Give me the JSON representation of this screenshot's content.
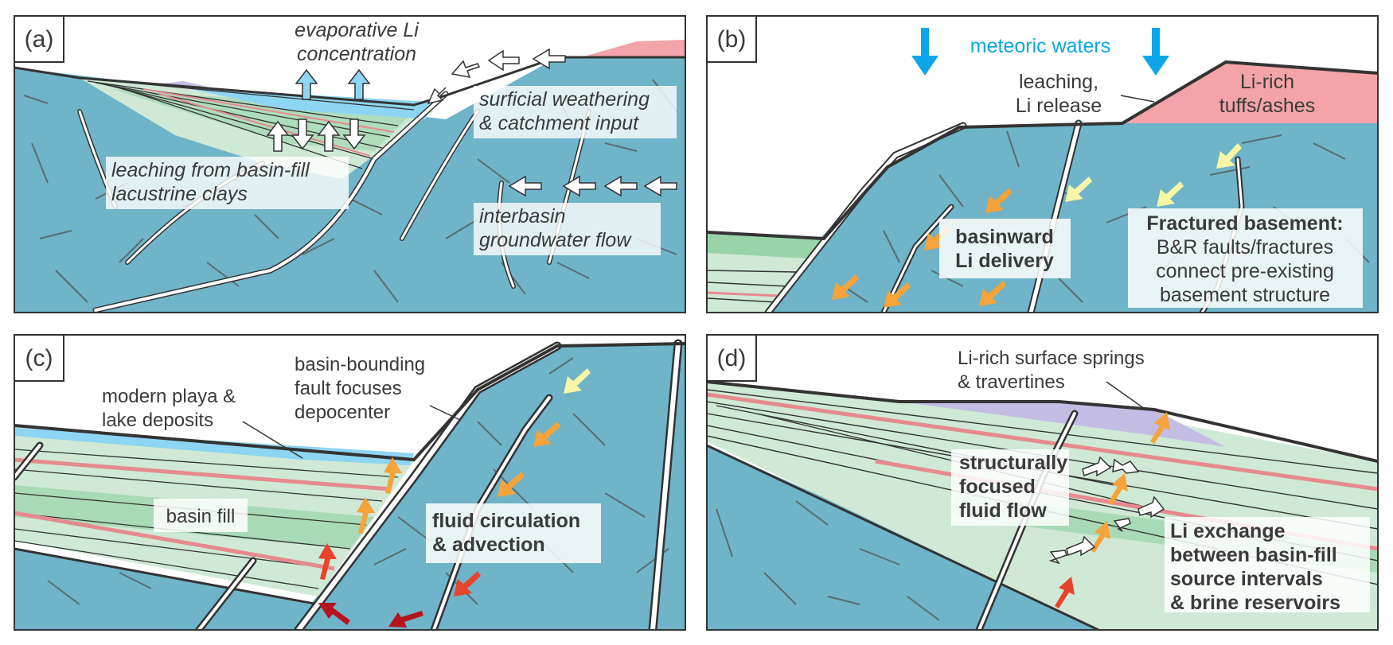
{
  "colors": {
    "basement": "#6fb4c8",
    "basin_fill": "#cfe9d6",
    "basin_fill_dark": "#98d3aa",
    "clay_band": "#f2a4a8",
    "tuff": "#f2a4a8",
    "lake": "#8dd5f2",
    "spring": "#c3bde3",
    "fault": "#ffffff",
    "outline": "#333333",
    "arrow_yellow": "#f7f5a6",
    "arrow_orange": "#f5a33a",
    "arrow_red": "#e8442b",
    "arrow_darkred": "#b5141f",
    "arrow_blue": "#0aa6e8"
  },
  "panel_a": {
    "tag": "(a)",
    "evap_line1": "evaporative Li",
    "evap_line2": "concentration",
    "weather_line1": "surficial weathering",
    "weather_line2": "& catchment input",
    "leach_line1": "leaching from basin-fill",
    "leach_line2": "lacustrine clays",
    "gw_line1": "interbasin",
    "gw_line2": "groundwater flow"
  },
  "panel_b": {
    "tag": "(b)",
    "meteoric": "meteoric waters",
    "leach_line1": "leaching,",
    "leach_line2": "Li release",
    "tuff_line1": "Li-rich",
    "tuff_line2": "tuffs/ashes",
    "basinward_line1": "basinward",
    "basinward_line2": "Li delivery",
    "frac_title": "Fractured basement:",
    "frac_line2": "B&R faults/fractures",
    "frac_line3": "connect pre-existing",
    "frac_line4": "basement structure"
  },
  "panel_c": {
    "tag": "(c)",
    "playa_line1": "modern playa &",
    "playa_line2": "lake deposits",
    "fault_line1": "basin-bounding",
    "fault_line2": "fault focuses",
    "fault_line3": "depocenter",
    "basin_fill": "basin fill",
    "circ_line1": "fluid circulation",
    "circ_line2": "& advection"
  },
  "panel_d": {
    "tag": "(d)",
    "springs_line1": "Li-rich surface springs",
    "springs_line2": "& travertines",
    "focused_line1": "structurally",
    "focused_line2": "focused",
    "focused_line3": "fluid flow",
    "exchange_line1": "Li exchange",
    "exchange_line2": "between basin-fill",
    "exchange_line3": "source intervals",
    "exchange_line4": "& brine reservoirs"
  }
}
